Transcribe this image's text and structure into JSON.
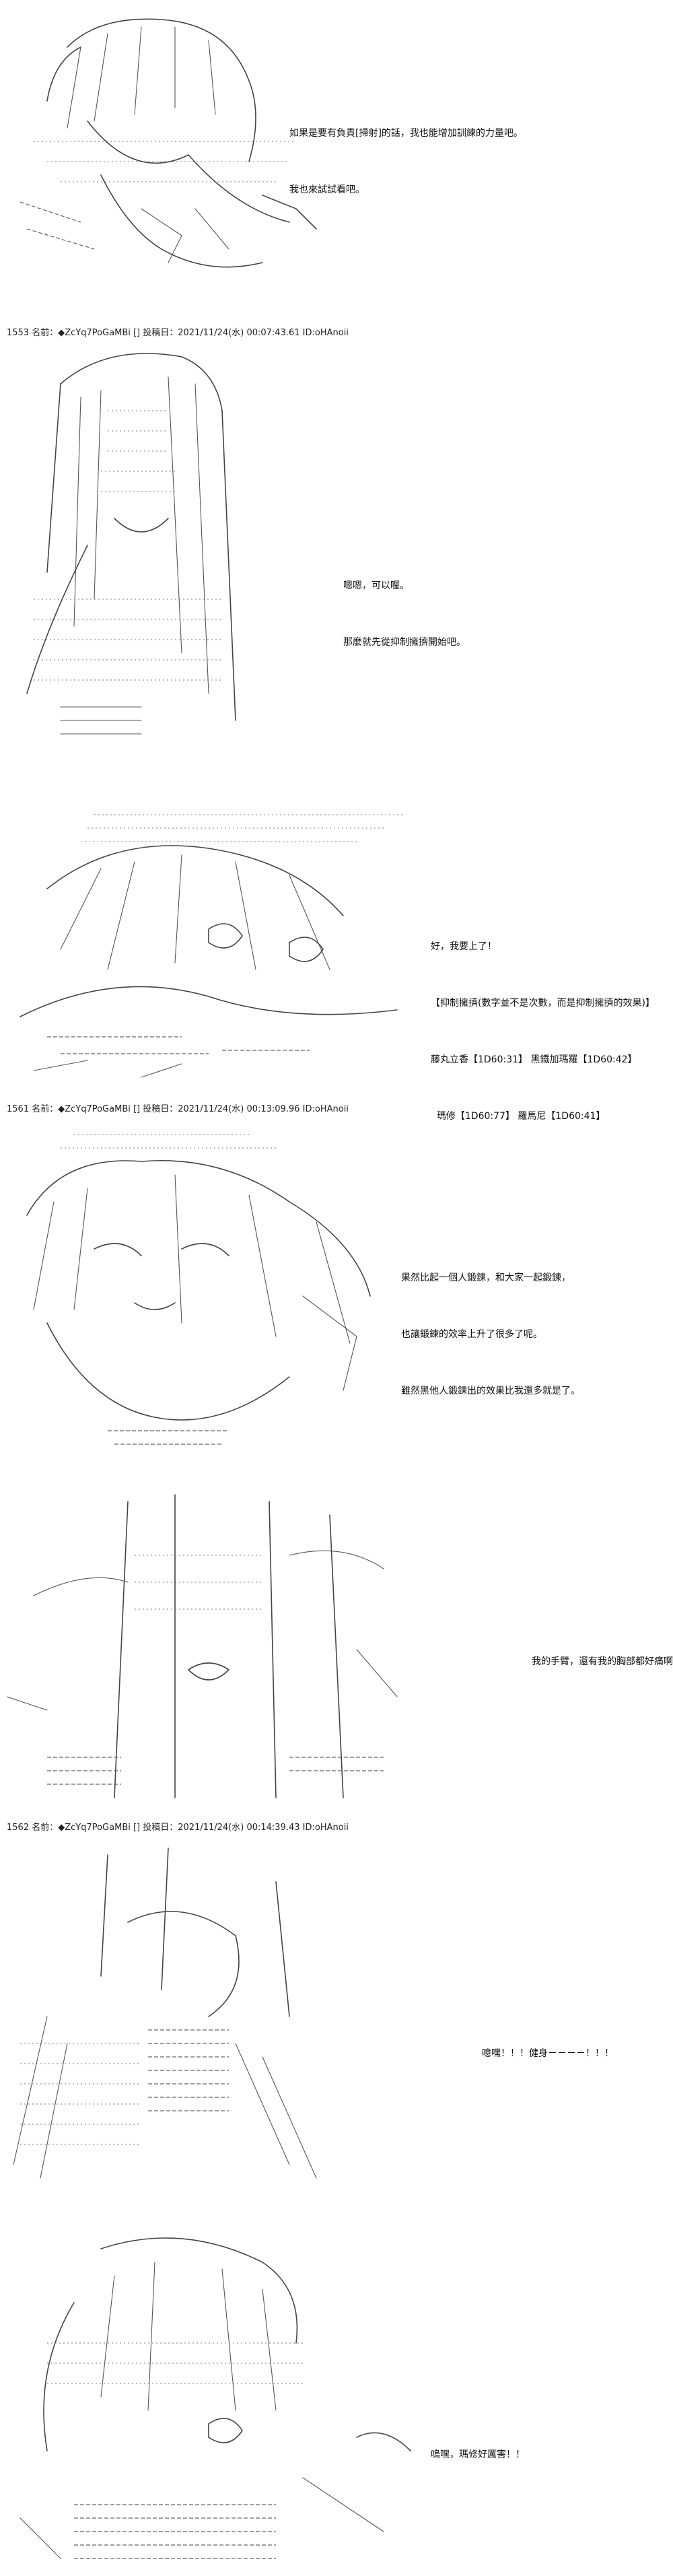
{
  "posts": [
    {
      "dialog": [
        "如果是要有負責[掃射]的話，我也能增加訓練的力量吧。",
        "我也來試試看吧。"
      ]
    },
    {
      "header": "1553 名前：◆ZcYq7PoGaMBi [] 投稿日：2021/11/24(水) 00:07:43.61 ID:oHAnoii",
      "dialog": [
        "嗯嗯，可以喔。",
        "那麼就先從抑制擁擠開始吧。"
      ]
    },
    {
      "dialog": [
        "好，我要上了！",
        "【抑制擁擠(數字並不是次數，而是抑制擁擠的效果)】",
        "藤丸立香【1D60:31】 黑鐵加瑪羅【1D60:42】",
        "  瑪修【1D60:77】 羅馬尼【1D60:41】"
      ]
    },
    {
      "header": "1561 名前：◆ZcYq7PoGaMBi [] 投稿日：2021/11/24(水) 00:13:09.96 ID:oHAnoii",
      "dialog": [
        "果然比起一個人鍛鍊，和大家一起鍛鍊，",
        "也讓鍛鍊的效率上升了很多了呢。",
        "雖然黑他人鍛鍊出的效果比我還多就是了。"
      ]
    },
    {
      "dialog": [
        "我的手臂，還有我的胸部都好痛啊。"
      ]
    },
    {
      "header": "1562 名前：◆ZcYq7PoGaMBi [] 投稿日：2021/11/24(水) 00:14:39.43 ID:oHAnoii",
      "dialog": [
        "噫嘿！！！健身－－－－！！！"
      ]
    },
    {
      "dialog": [
        "嗚嘿，瑪修好厲害！！"
      ]
    }
  ]
}
